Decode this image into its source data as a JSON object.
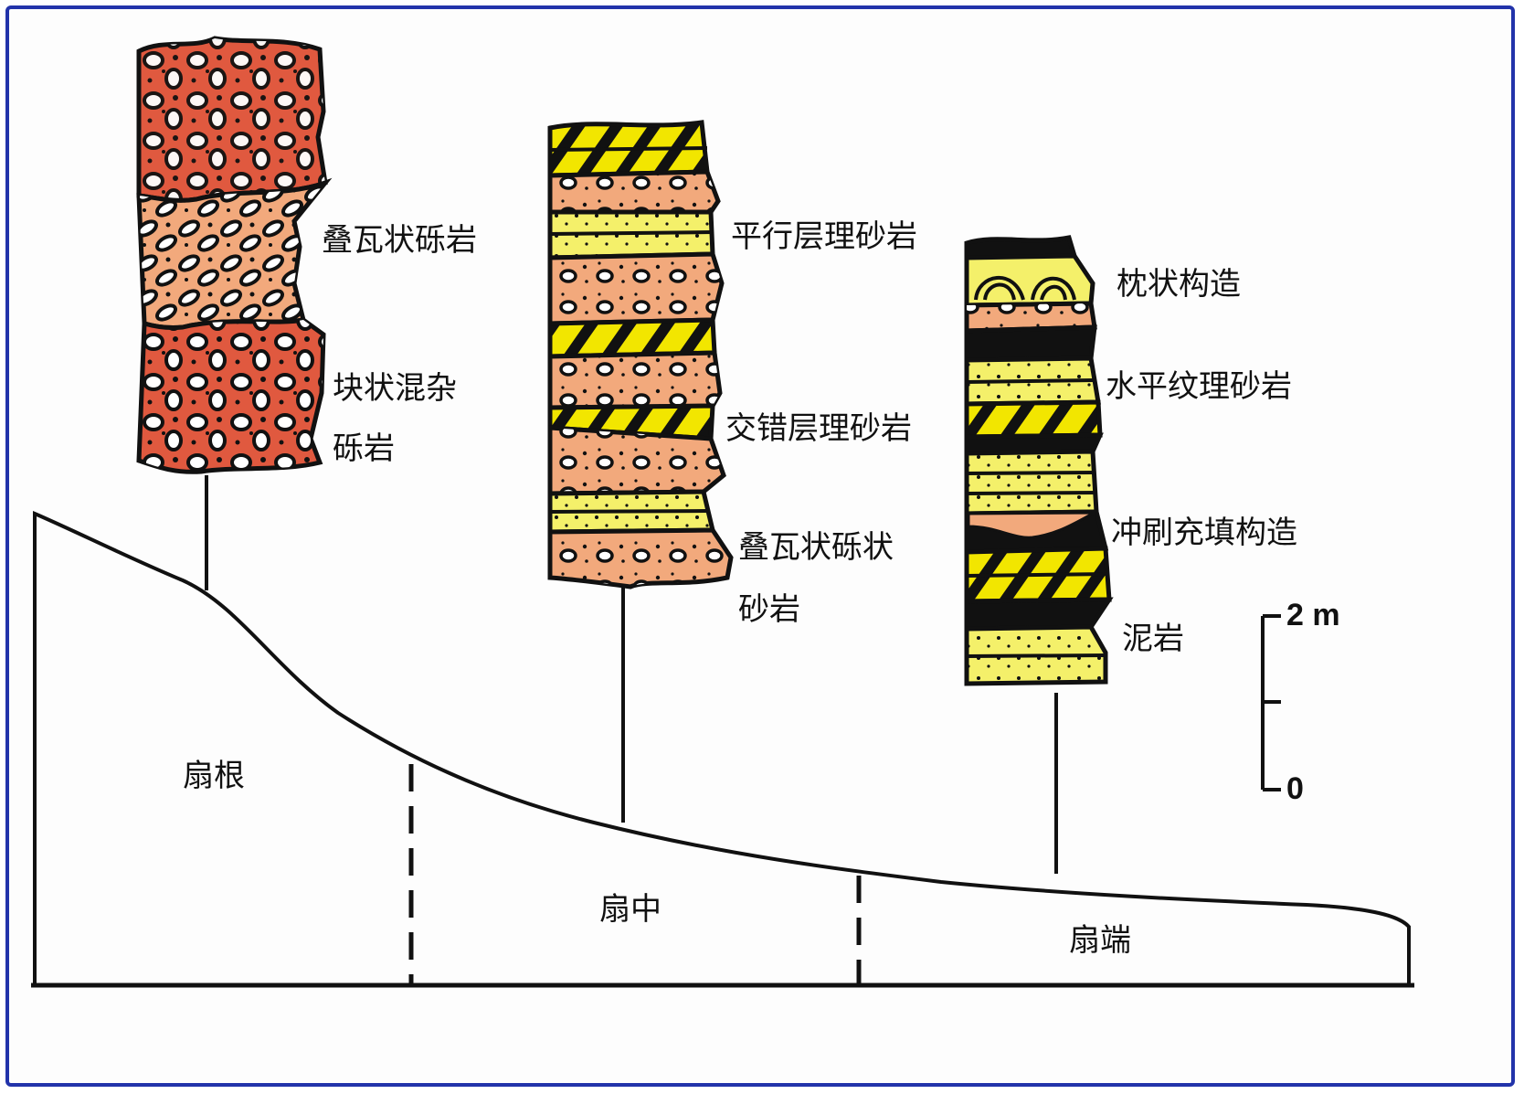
{
  "columns": {
    "proximal": {
      "labels": [
        "叠瓦状砾岩",
        "块状混杂",
        "砾岩"
      ]
    },
    "middle": {
      "labels": [
        "平行层理砂岩",
        "交错层理砂岩",
        "叠瓦状砾状",
        "砂岩"
      ]
    },
    "distal": {
      "labels": [
        "枕状构造",
        "水平纹理砂岩",
        "冲刷充填构造",
        "泥岩"
      ]
    }
  },
  "zones": [
    "扇根",
    "扇中",
    "扇端"
  ],
  "scale": {
    "top_label": "2 m",
    "bottom_label": "0"
  },
  "colors": {
    "conglomerate_red": "#e0593f",
    "conglomerate_tan": "#f2a97c",
    "sandstone_yellow": "#f4f06a",
    "cross_bed_yellow": "#f2e600",
    "mud_black": "#111111",
    "frame_blue": "#2233aa"
  }
}
